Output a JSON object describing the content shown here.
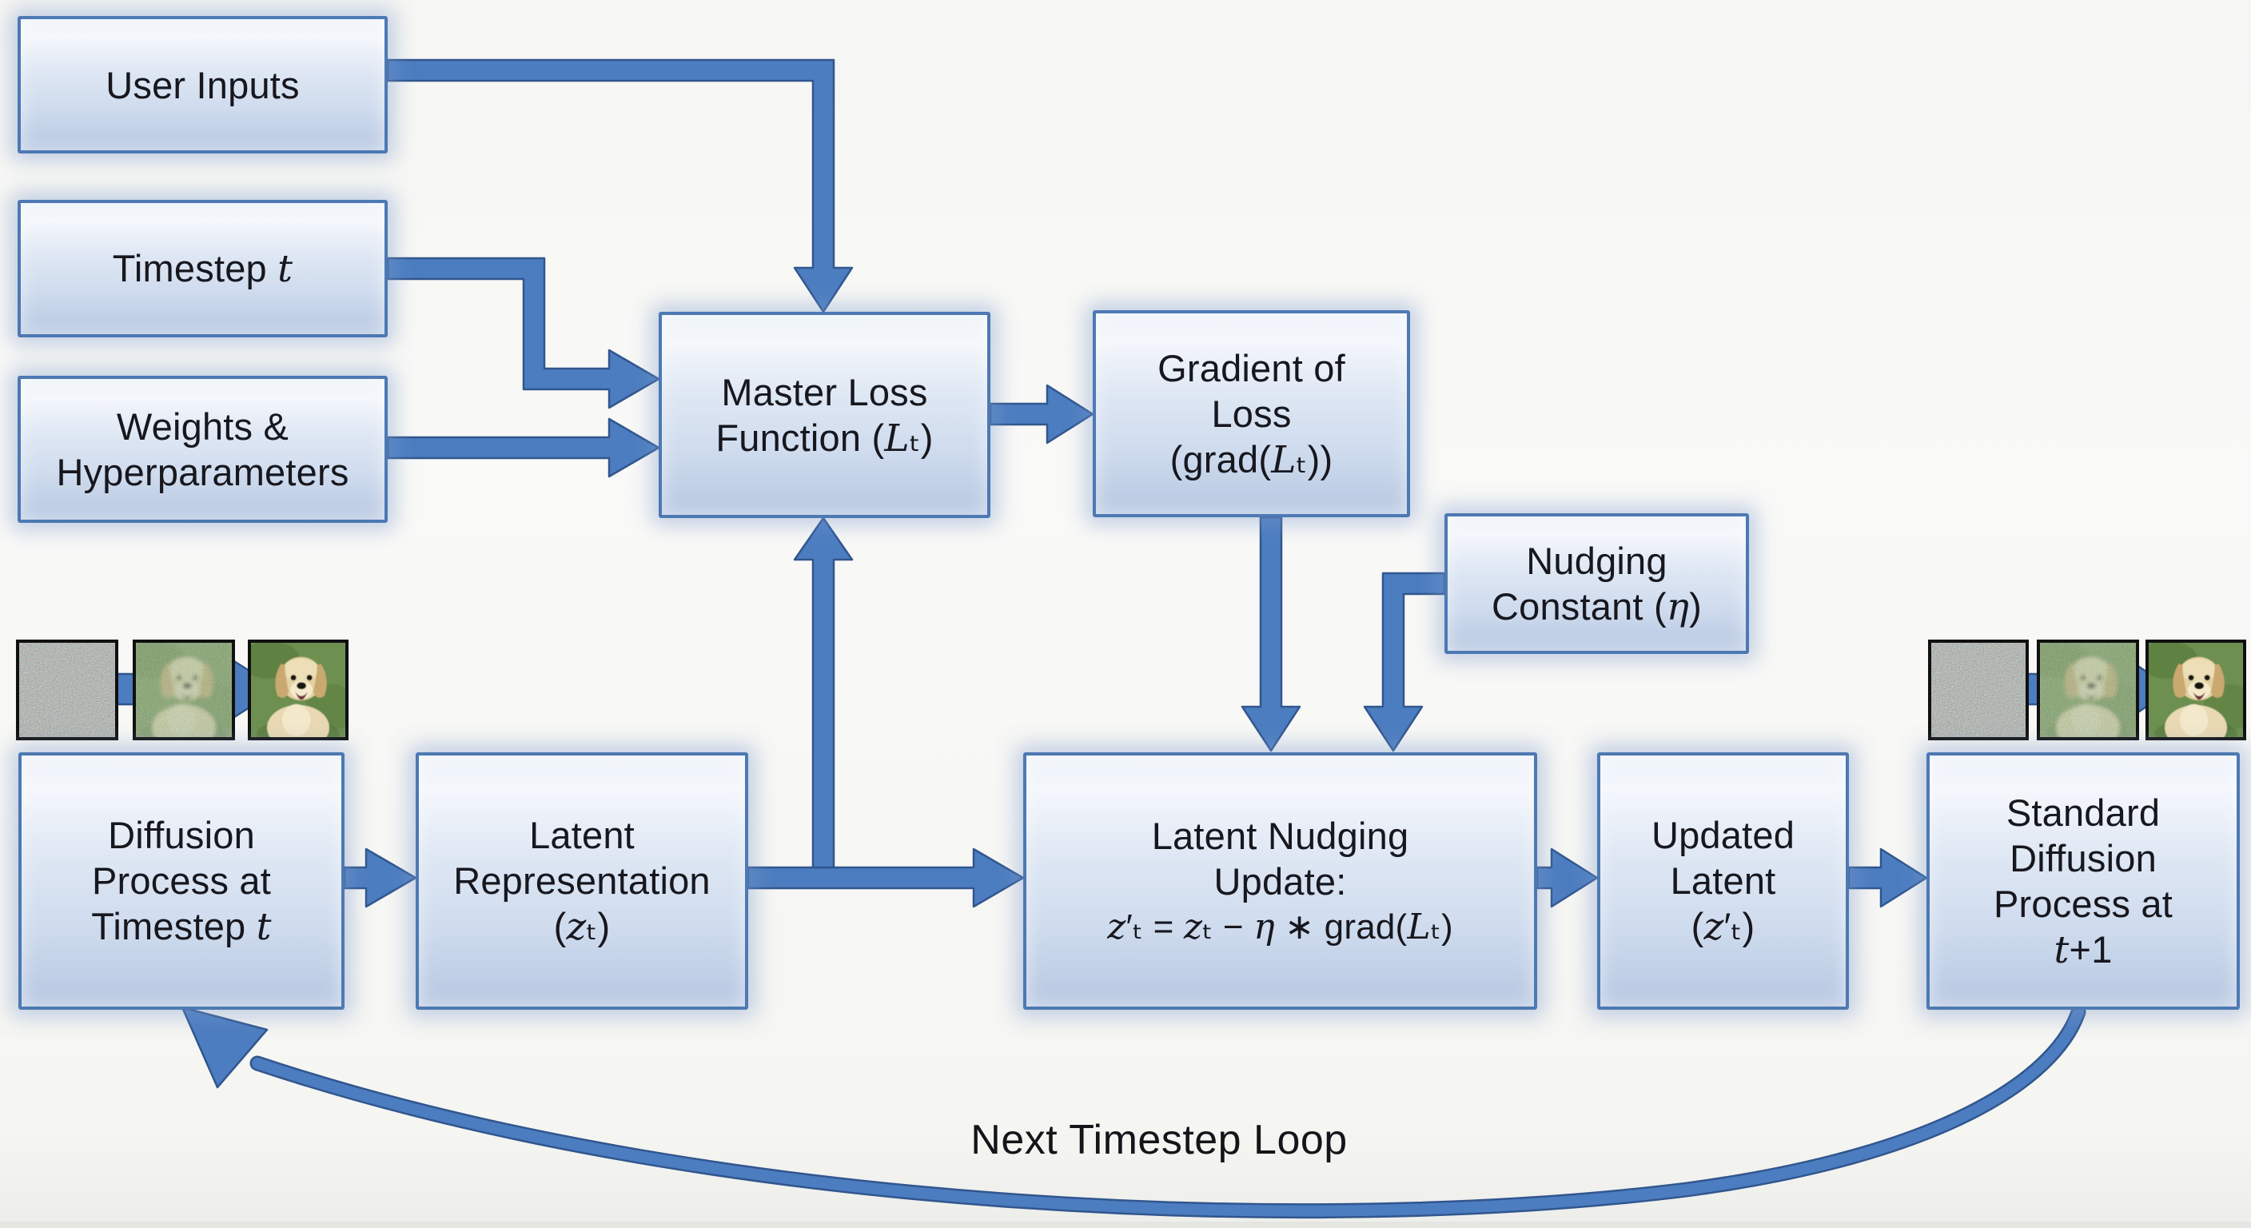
{
  "boxes": {
    "user_inputs": {
      "lines": [
        "User Inputs"
      ]
    },
    "timestep": {
      "lines": [
        "Timestep *t*"
      ]
    },
    "weights": {
      "lines": [
        "Weights &",
        "Hyperparameters"
      ]
    },
    "master_loss": {
      "lines": [
        "Master Loss",
        "Function (*L*ₜ)"
      ]
    },
    "gradient_loss": {
      "lines": [
        "Gradient of",
        "Loss",
        "(grad(*L*ₜ))"
      ]
    },
    "nudging_constant": {
      "lines": [
        "Nudging",
        "Constant (*η*)"
      ]
    },
    "diffusion_process": {
      "lines": [
        "Diffusion",
        "Process at",
        "Timestep *t*"
      ]
    },
    "latent_representation": {
      "lines": [
        "Latent",
        "Representation",
        "(*z*ₜ)"
      ]
    },
    "latent_nudging": {
      "lines": [
        "Latent Nudging",
        "Update:",
        "*z*′ₜ = *z*ₜ − *η* ∗ grad(*L*ₜ)"
      ]
    },
    "updated_latent": {
      "lines": [
        "Updated",
        "Latent",
        "(*z*′ₜ)"
      ]
    },
    "standard_diffusion": {
      "lines": [
        "Standard",
        "Diffusion",
        "Process at",
        "*t*+1"
      ]
    }
  },
  "loop_label": "Next Timestep Loop",
  "thumbnail_sequence": [
    "noise-image",
    "partially-denoised-dog-image",
    "clear-dog-image"
  ],
  "arrows": [
    {
      "from": "user-inputs",
      "to": "master-loss"
    },
    {
      "from": "timestep",
      "to": "master-loss"
    },
    {
      "from": "weights-hyperparameters",
      "to": "master-loss"
    },
    {
      "from": "master-loss",
      "to": "gradient-of-loss"
    },
    {
      "from": "gradient-of-loss",
      "to": "latent-nudging-update"
    },
    {
      "from": "nudging-constant",
      "to": "latent-nudging-update"
    },
    {
      "from": "diffusion-process",
      "to": "latent-representation"
    },
    {
      "from": "latent-representation",
      "to": "latent-nudging-update"
    },
    {
      "from": "latent-representation",
      "to": "master-loss"
    },
    {
      "from": "latent-nudging-update",
      "to": "updated-latent"
    },
    {
      "from": "updated-latent",
      "to": "standard-diffusion"
    },
    {
      "from": "standard-diffusion",
      "to": "diffusion-process",
      "label": "Next Timestep Loop"
    }
  ],
  "colors": {
    "arrow_fill": "#4c7dc0",
    "arrow_edge": "#31568e",
    "box_border": "#4d79b3",
    "box_fill_top": "#eef3fa",
    "box_fill_bottom": "#b7c7e1",
    "text": "#17171e",
    "background": "#f7f7f4",
    "thumb_border": "#101010",
    "grass_green": "#6d8f4f",
    "dog_tan": "#e4d1a2"
  }
}
